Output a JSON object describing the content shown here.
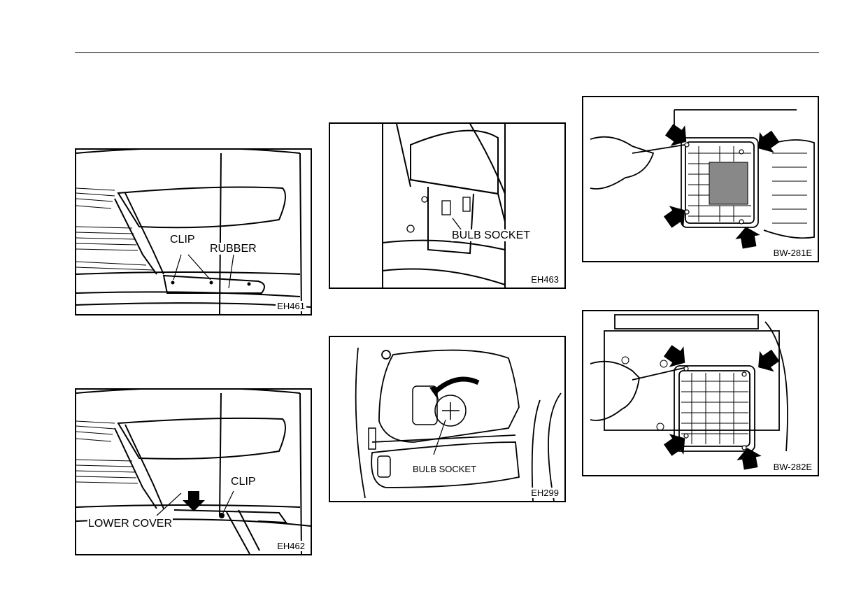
{
  "figures": {
    "eh461": {
      "code": "EH461",
      "labels": {
        "clip": "CLIP",
        "rubber": "RUBBER"
      }
    },
    "eh462": {
      "code": "EH462",
      "labels": {
        "clip": "CLIP",
        "lower_cover": "LOWER COVER"
      }
    },
    "eh463": {
      "code": "EH463",
      "labels": {
        "bulb_socket": "BULB SOCKET"
      }
    },
    "eh299": {
      "code": "EH299",
      "labels": {
        "bulb_socket": "BULB SOCKET"
      }
    },
    "bw281e": {
      "code": "BW-281E"
    },
    "bw282e": {
      "code": "BW-282E"
    }
  }
}
